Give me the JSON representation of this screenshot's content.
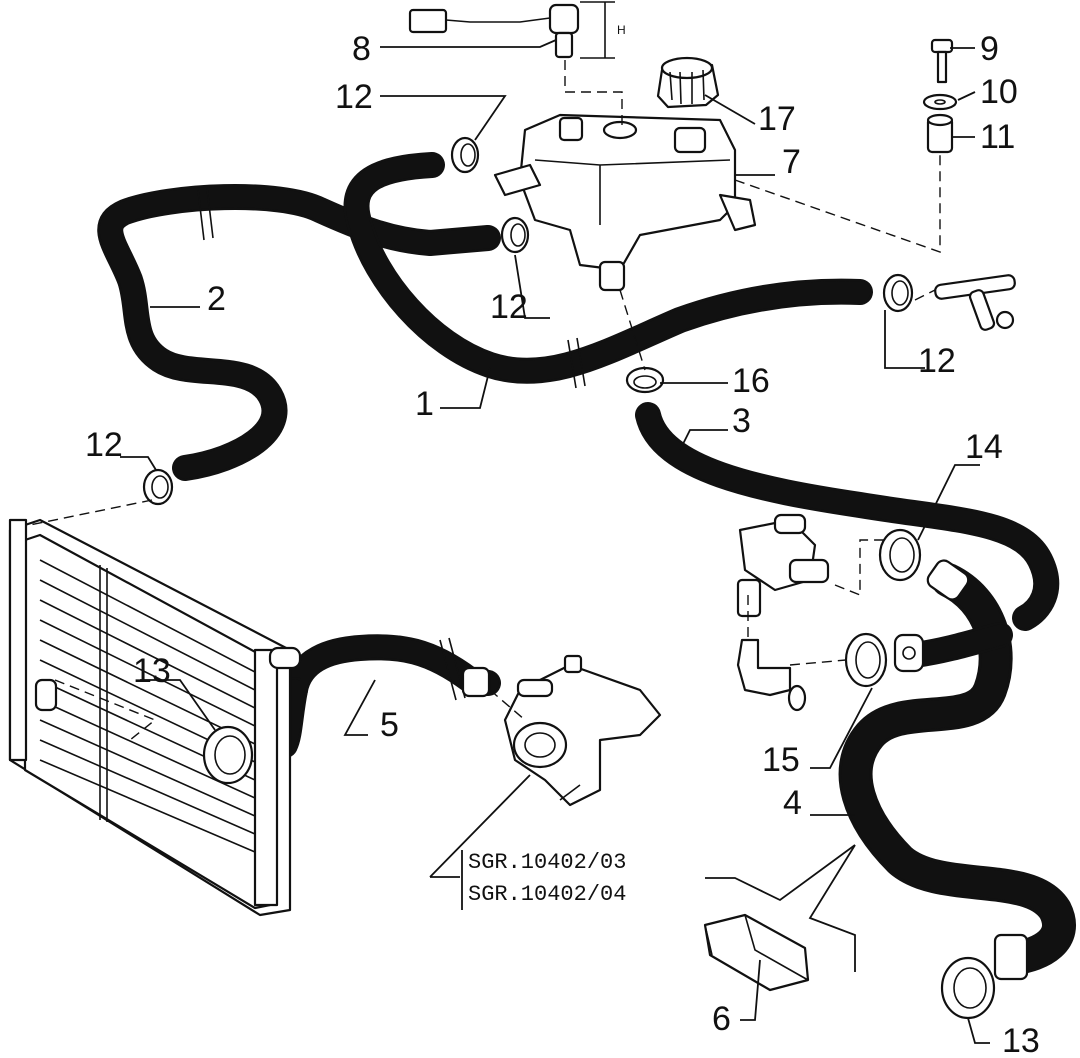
{
  "callouts": {
    "c1": "1",
    "c2": "2",
    "c3": "3",
    "c4": "4",
    "c5": "5",
    "c6": "6",
    "c7": "7",
    "c8": "8",
    "c9": "9",
    "c10": "10",
    "c11": "11",
    "c12a": "12",
    "c12b": "12",
    "c12c": "12",
    "c12d": "12",
    "c13a": "13",
    "c13b": "13",
    "c14": "14",
    "c15": "15",
    "c16": "16",
    "c17": "17"
  },
  "dimension_label": "H",
  "references": [
    "SGR.10402/03",
    "SGR.10402/04"
  ],
  "colors": {
    "ink": "#111111",
    "paper": "#ffffff"
  }
}
